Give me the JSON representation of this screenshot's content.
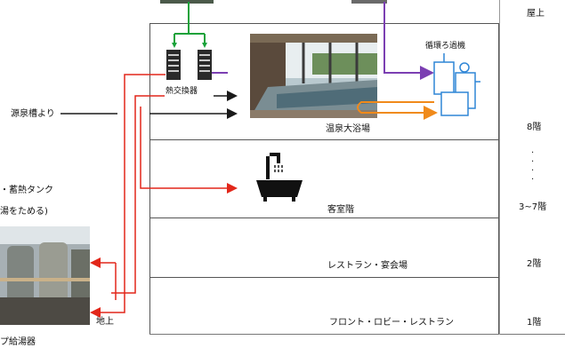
{
  "floors": {
    "rooftop": "屋上",
    "f8": "8階",
    "f3_7": "3~7階",
    "f2": "2階",
    "f1": "1階"
  },
  "rooms": {
    "hot_spring_bath": "温泉大浴場",
    "guest_rooms": "客室階",
    "restaurant_banquet": "レストラン・宴会場",
    "front_lobby": "フロント・ロビー・レストラン"
  },
  "equipment": {
    "heat_exchanger": "熱交換器",
    "filtration": "循環ろ過機",
    "tank_line1": "・蓄熱タンク",
    "tank_line2": "湯をためる)",
    "ground": "地上",
    "supply_bottom": "プ給湯器"
  },
  "source": {
    "label": "源泉槽より"
  },
  "colors": {
    "hot_line": "#e2271a",
    "cold_line": "#1a1a1a",
    "green_line": "#19a23a",
    "purple_line": "#7b3fb2",
    "orange_line": "#f08a1a",
    "filter_blue": "#2f86d6"
  }
}
